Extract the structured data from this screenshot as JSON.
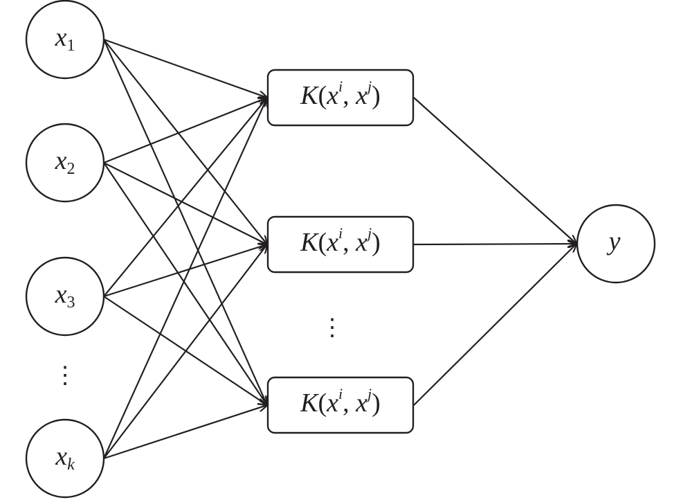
{
  "inputs": [
    {
      "var": "x",
      "sub": "1"
    },
    {
      "var": "x",
      "sub": "2"
    },
    {
      "var": "x",
      "sub": "3"
    },
    {
      "var": "x",
      "sub": "k"
    }
  ],
  "input_ellipsis": "⋮",
  "kernels": [
    {
      "fn": "K",
      "open": "(",
      "a": "x",
      "a_sup": "i",
      "sep": ", ",
      "b": "x",
      "b_sup": "j",
      "close": ")"
    },
    {
      "fn": "K",
      "open": "(",
      "a": "x",
      "a_sup": "i",
      "sep": ", ",
      "b": "x",
      "b_sup": "j",
      "close": ")"
    },
    {
      "fn": "K",
      "open": "(",
      "a": "x",
      "a_sup": "i",
      "sep": ", ",
      "b": "x",
      "b_sup": "j",
      "close": ")"
    }
  ],
  "kernel_ellipsis": "⋮",
  "output": {
    "var": "y"
  },
  "colors": {
    "ink": "#231f20",
    "background": "#ffffff"
  }
}
